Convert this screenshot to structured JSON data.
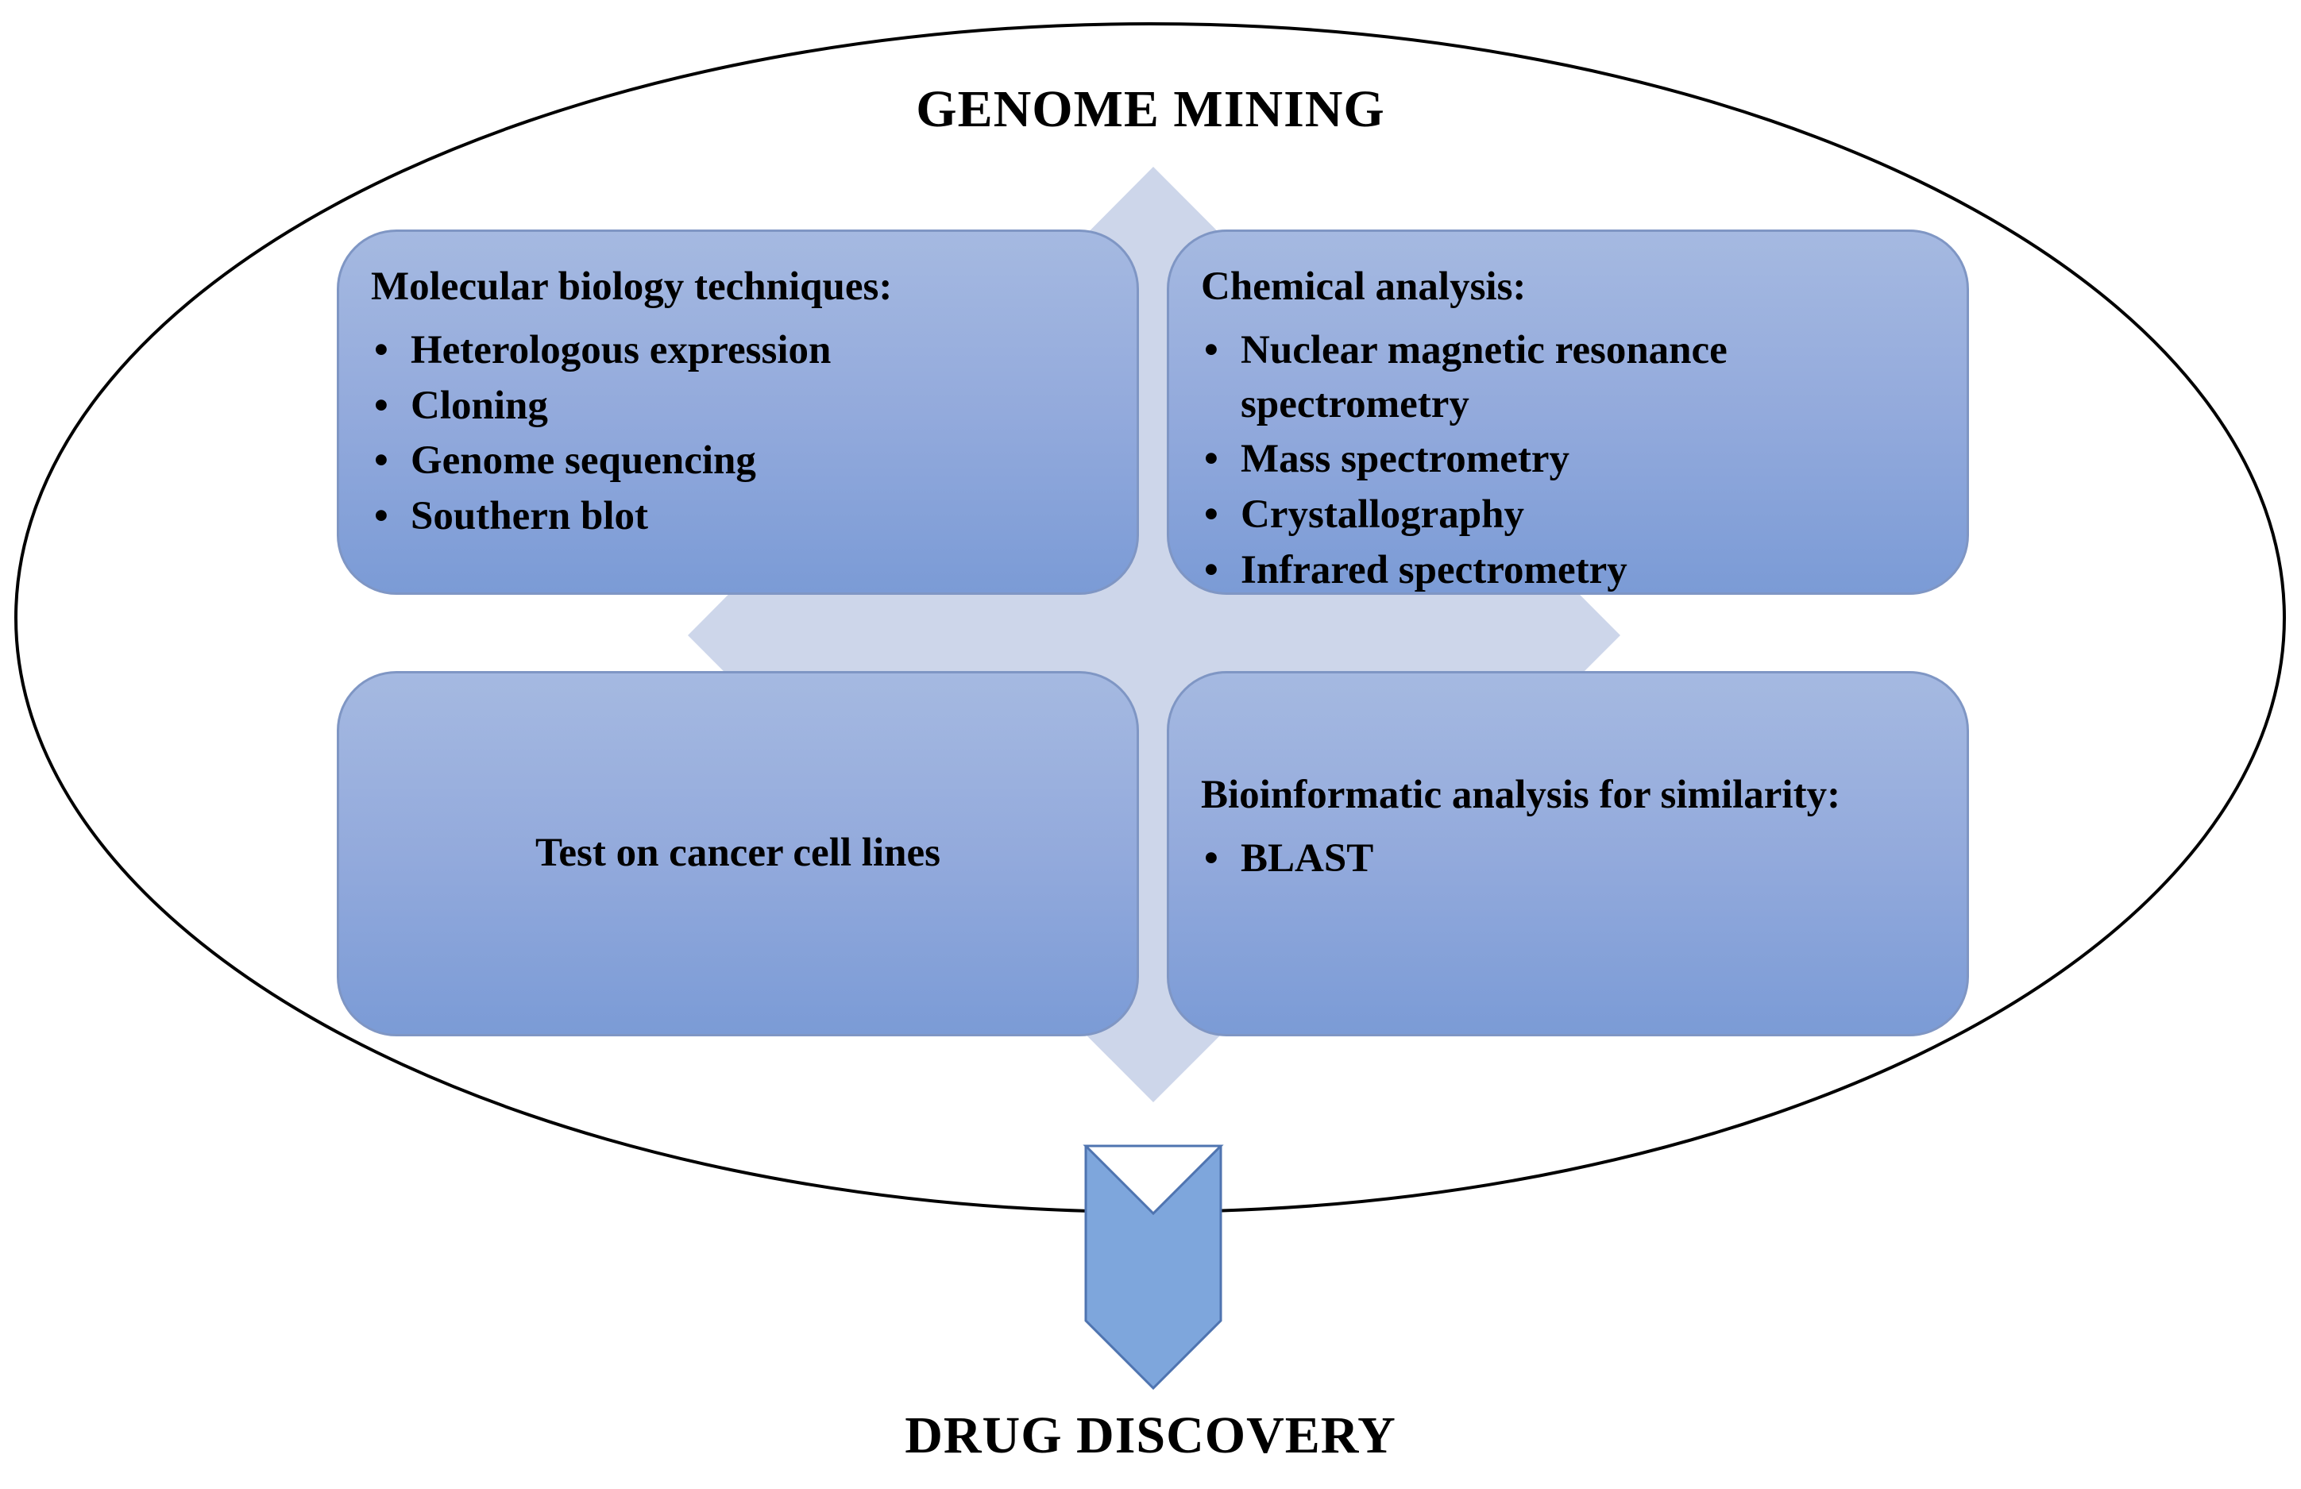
{
  "title_top": "GENOME MINING",
  "title_bottom": "DRUG DISCOVERY",
  "colors": {
    "box_fill": "#93aadc",
    "diamond": "#cdd6ea",
    "arrow": "#7ea6dc",
    "outline": "#000000"
  },
  "boxes": {
    "molecular": {
      "heading": "Molecular biology techniques:",
      "items": [
        "Heterologous expression",
        "Cloning",
        "Genome sequencing",
        "Southern blot"
      ]
    },
    "chemical": {
      "heading": "Chemical analysis:",
      "items": [
        "Nuclear magnetic resonance spectrometry",
        "Mass spectrometry",
        "Crystallography",
        "Infrared spectrometry"
      ]
    },
    "test": {
      "label": "Test on cancer cell lines"
    },
    "bioinfo": {
      "heading": "Bioinformatic analysis for similarity:",
      "items": [
        "BLAST"
      ]
    }
  },
  "bullet": "•"
}
